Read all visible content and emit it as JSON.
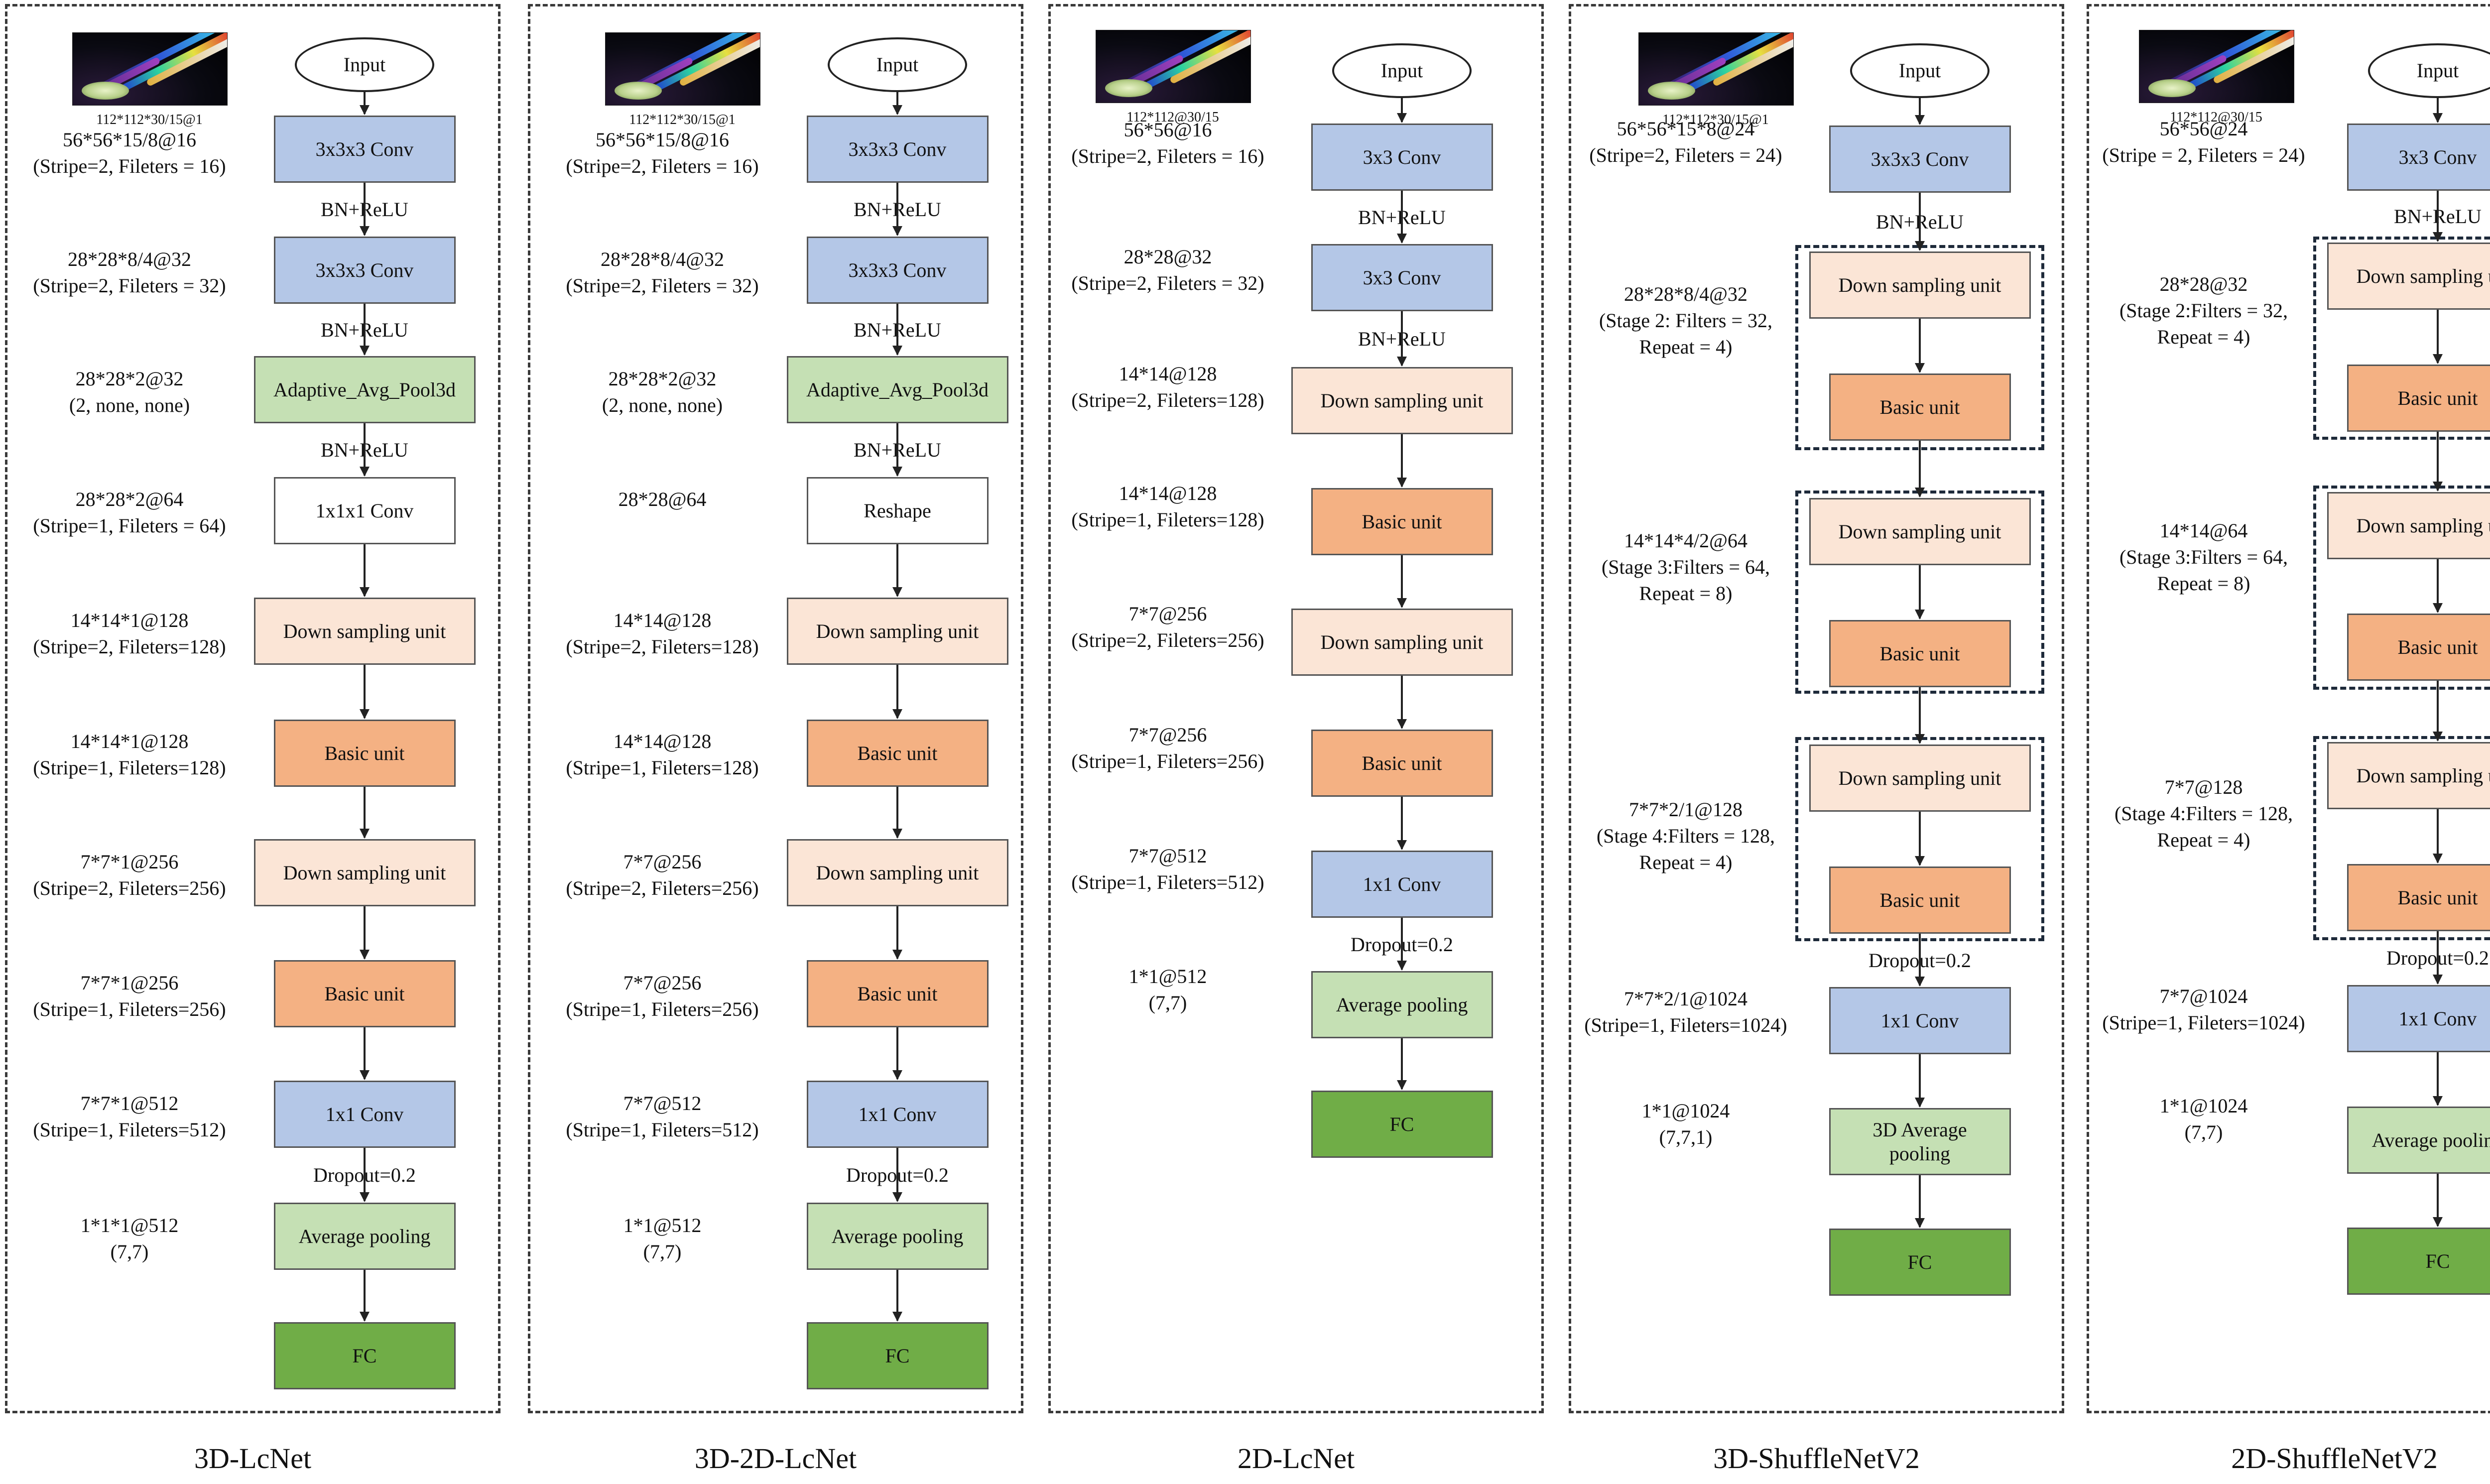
{
  "panels": [
    {
      "title": "3D-LcNet",
      "input_label": "Input",
      "image_caption": "112*112*30/15@1",
      "blocks": [
        {
          "text": "3x3x3 Conv",
          "type": "conv"
        },
        {
          "text": "3x3x3 Conv",
          "type": "conv"
        },
        {
          "text": "Adaptive_Avg_Pool3d",
          "type": "pool3d"
        },
        {
          "text": "1x1x1 Conv",
          "type": "white"
        },
        {
          "text": "Down sampling unit",
          "type": "down"
        },
        {
          "text": "Basic unit",
          "type": "basic"
        },
        {
          "text": "Down sampling unit",
          "type": "down"
        },
        {
          "text": "Basic unit",
          "type": "basic"
        },
        {
          "text": "1x1 Conv",
          "type": "conv"
        },
        {
          "text": "Average pooling",
          "type": "avg"
        },
        {
          "text": "FC",
          "type": "fc"
        }
      ],
      "ops": [
        "BN+ReLU",
        "BN+ReLU",
        "BN+ReLU",
        "",
        "",
        "",
        "",
        "",
        "Dropout=0.2",
        ""
      ],
      "labels": [
        "56*56*15/8@16\n(Stripe=2, Fileters = 16)",
        "28*28*8/4@32\n(Stripe=2, Fileters = 32)",
        "28*28*2@32\n(2, none, none)",
        "28*28*2@64\n(Stripe=1, Fileters = 64)",
        "14*14*1@128\n(Stripe=2, Fileters=128)",
        "14*14*1@128\n(Stripe=1, Fileters=128)",
        "7*7*1@256\n(Stripe=2, Fileters=256)",
        "7*7*1@256\n(Stripe=1, Fileters=256)",
        "7*7*1@512\n(Stripe=1, Fileters=512)",
        "1*1*1@512\n(7,7)"
      ]
    },
    {
      "title": "3D-2D-LcNet",
      "input_label": "Input",
      "image_caption": "112*112*30/15@1",
      "blocks": [
        {
          "text": "3x3x3 Conv",
          "type": "conv"
        },
        {
          "text": "3x3x3 Conv",
          "type": "conv"
        },
        {
          "text": "Adaptive_Avg_Pool3d",
          "type": "pool3d"
        },
        {
          "text": "Reshape",
          "type": "white"
        },
        {
          "text": "Down sampling unit",
          "type": "down"
        },
        {
          "text": "Basic unit",
          "type": "basic"
        },
        {
          "text": "Down sampling unit",
          "type": "down"
        },
        {
          "text": "Basic unit",
          "type": "basic"
        },
        {
          "text": "1x1 Conv",
          "type": "conv"
        },
        {
          "text": "Average pooling",
          "type": "avg"
        },
        {
          "text": "FC",
          "type": "fc"
        }
      ],
      "ops": [
        "BN+ReLU",
        "BN+ReLU",
        "BN+ReLU",
        "",
        "",
        "",
        "",
        "",
        "Dropout=0.2",
        ""
      ],
      "labels": [
        "56*56*15/8@16\n(Stripe=2, Fileters = 16)",
        "28*28*8/4@32\n(Stripe=2, Fileters = 32)",
        "28*28*2@32\n(2, none, none)",
        "28*28@64",
        "14*14@128\n(Stripe=2, Fileters=128)",
        "14*14@128\n(Stripe=1, Fileters=128)",
        "7*7@256\n(Stripe=2, Fileters=256)",
        "7*7@256\n(Stripe=1, Fileters=256)",
        "7*7@512\n(Stripe=1, Fileters=512)",
        "1*1@512\n(7,7)"
      ]
    },
    {
      "title": "2D-LcNet",
      "input_label": "Input",
      "image_caption": "112*112@30/15",
      "blocks": [
        {
          "text": "3x3 Conv",
          "type": "conv"
        },
        {
          "text": "3x3 Conv",
          "type": "conv"
        },
        {
          "text": "Down sampling unit",
          "type": "down"
        },
        {
          "text": "Basic unit",
          "type": "basic"
        },
        {
          "text": "Down sampling unit",
          "type": "down"
        },
        {
          "text": "Basic unit",
          "type": "basic"
        },
        {
          "text": "1x1 Conv",
          "type": "conv"
        },
        {
          "text": "Average pooling",
          "type": "avg"
        },
        {
          "text": "FC",
          "type": "fc"
        }
      ],
      "ops": [
        "BN+ReLU",
        "BN+ReLU",
        "",
        "",
        "",
        "",
        "Dropout=0.2",
        ""
      ],
      "labels": [
        "56*56@16\n(Stripe=2, Fileters = 16)",
        "28*28@32\n(Stripe=2, Fileters = 32)",
        "14*14@128\n(Stripe=2, Fileters=128)",
        "14*14@128\n(Stripe=1, Fileters=128)",
        "7*7@256\n(Stripe=2, Fileters=256)",
        "7*7@256\n(Stripe=1, Fileters=256)",
        "7*7@512\n(Stripe=1, Fileters=512)",
        "1*1@512\n(7,7)"
      ]
    },
    {
      "title": "3D-ShuffleNetV2",
      "input_label": "Input",
      "image_caption": "112*112*30/15@1",
      "blocks": [
        {
          "text": "3x3x3 Conv",
          "type": "conv"
        },
        {
          "text": "Down sampling unit",
          "type": "down"
        },
        {
          "text": "Basic unit",
          "type": "basic"
        },
        {
          "text": "Down sampling unit",
          "type": "down"
        },
        {
          "text": "Basic unit",
          "type": "basic"
        },
        {
          "text": "Down sampling unit",
          "type": "down"
        },
        {
          "text": "Basic unit",
          "type": "basic"
        },
        {
          "text": "1x1 Conv",
          "type": "conv"
        },
        {
          "text": "3D Average\npooling",
          "type": "avg"
        },
        {
          "text": "FC",
          "type": "fc"
        }
      ],
      "ops": [
        "BN+ReLU",
        "",
        "",
        "",
        "",
        "",
        "Dropout=0.2",
        ""
      ],
      "labels": [
        "56*56*15*8@24\n(Stripe=2, Fileters = 24)",
        "28*28*8/4@32\n(Stage 2: Filters = 32,\nRepeat = 4)",
        "14*14*4/2@64\n(Stage 3:Filters = 64,\nRepeat = 8)",
        "7*7*2/1@128\n(Stage 4:Filters = 128,\nRepeat = 4)",
        "7*7*2/1@1024\n(Stripe=1, Fileters=1024)",
        "1*1@1024\n(7,7,1)"
      ]
    },
    {
      "title": "2D-ShuffleNetV2",
      "input_label": "Input",
      "image_caption": "112*112@30/15",
      "blocks": [
        {
          "text": "3x3 Conv",
          "type": "conv"
        },
        {
          "text": "Down sampling unit",
          "type": "down"
        },
        {
          "text": "Basic unit",
          "type": "basic"
        },
        {
          "text": "Down sampling unit",
          "type": "down"
        },
        {
          "text": "Basic unit",
          "type": "basic"
        },
        {
          "text": "Down sampling unit",
          "type": "down"
        },
        {
          "text": "Basic unit",
          "type": "basic"
        },
        {
          "text": "1x1 Conv",
          "type": "conv"
        },
        {
          "text": "Average pooling",
          "type": "avg"
        },
        {
          "text": "FC",
          "type": "fc"
        }
      ],
      "ops": [
        "BN+ReLU",
        "",
        "",
        "",
        "",
        "",
        "Dropout=0.2",
        ""
      ],
      "labels": [
        "56*56@24\n(Stripe = 2, Fileters = 24)",
        "28*28@32\n(Stage 2:Filters = 32,\nRepeat = 4)",
        "14*14@64\n(Stage 3:Filters = 64,\nRepeat = 8)",
        "7*7@128\n(Stage 4:Filters = 128,\nRepeat = 4)",
        "7*7@1024\n(Stripe=1, Fileters=1024)",
        "1*1@1024\n(7,7)"
      ]
    }
  ],
  "colors": {
    "conv": "#b4c7e7",
    "pool3d": "#c5e0b4",
    "down": "#fbe5d6",
    "basic": "#f4b183",
    "avg": "#c5e0b4",
    "fc": "#70ad47",
    "border": "#555555"
  }
}
